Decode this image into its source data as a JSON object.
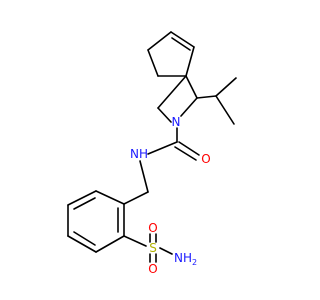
{
  "molecule": {
    "colors": {
      "bond": "#000000",
      "nitrogen": "#1a1aff",
      "oxygen": "#ff0000",
      "sulfur": "#b2b200",
      "background": "#ffffff"
    },
    "labels": {
      "ring_n": "N",
      "amide_nh": "NH",
      "carbonyl_o": "O",
      "sulfur": "S",
      "sulfonyl_o_top": "O",
      "sulfonyl_o_bottom": "O",
      "amine_n": "NH",
      "amine_sub": "2"
    }
  }
}
